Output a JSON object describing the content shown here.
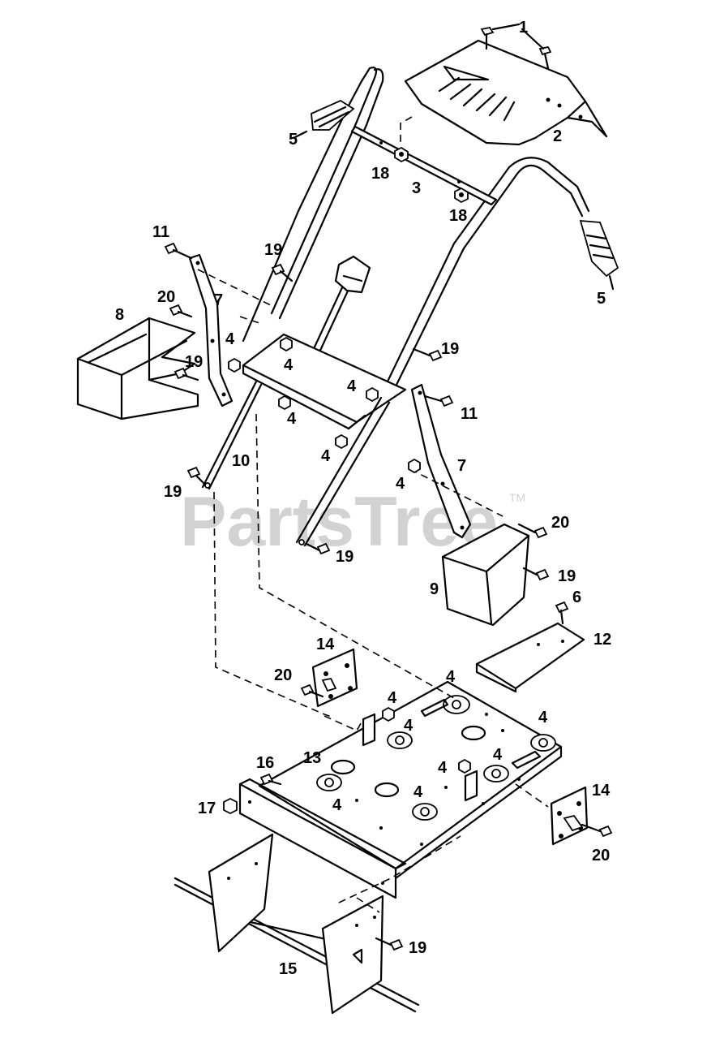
{
  "watermark": {
    "text": "PartsTree",
    "tm": "TM"
  },
  "callouts": {
    "c1": "1",
    "c2": "2",
    "c3": "3",
    "c5a": "5",
    "c5b": "5",
    "c18a": "18",
    "c18b": "18",
    "c11a": "11",
    "c11b": "11",
    "c19a": "19",
    "c19b": "19",
    "c19c": "19",
    "c19d": "19",
    "c19e": "19",
    "c19f": "19",
    "c19g": "19",
    "c20a": "20",
    "c20b": "20",
    "c20c": "20",
    "c20d": "20",
    "c8": "8",
    "c7a": "7",
    "c7b": "7",
    "c4a": "4",
    "c4b": "4",
    "c4c": "4",
    "c4d": "4",
    "c4e": "4",
    "c4f": "4",
    "c4g": "4",
    "c4h": "4",
    "c4i": "4",
    "c4j": "4",
    "c4k": "4",
    "c4l": "4",
    "c4m": "4",
    "c4n": "4",
    "c10": "10",
    "c9": "9",
    "c6": "6",
    "c12": "12",
    "c14a": "14",
    "c14b": "14",
    "c13": "13",
    "c16": "16",
    "c17": "17",
    "c15": "15"
  }
}
